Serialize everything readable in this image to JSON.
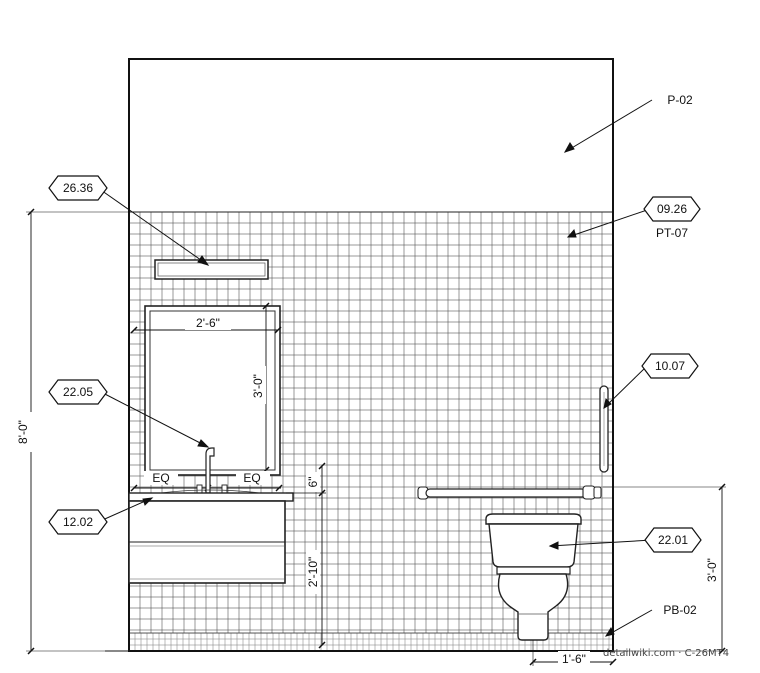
{
  "tags": {
    "t2636": "26.36",
    "t0926": "09.26",
    "t1007": "10.07",
    "t2205": "22.05",
    "t1202": "12.02",
    "t2201": "22.01"
  },
  "labels": {
    "p02": "P-02",
    "pt07": "PT-07",
    "pb02": "PB-02"
  },
  "dimensions": {
    "overall_height": "8'-0\"",
    "mirror_width": "2'-6\"",
    "mirror_height": "3'-0\"",
    "eq_left": "EQ",
    "eq_right": "EQ",
    "counter_thickness": "6\"",
    "vanity_height": "2'-10\"",
    "grab_bar_height": "3'-0\"",
    "toilet_offset": "1'-6\""
  },
  "watermark": "detailwiki.com · C-26MT4"
}
